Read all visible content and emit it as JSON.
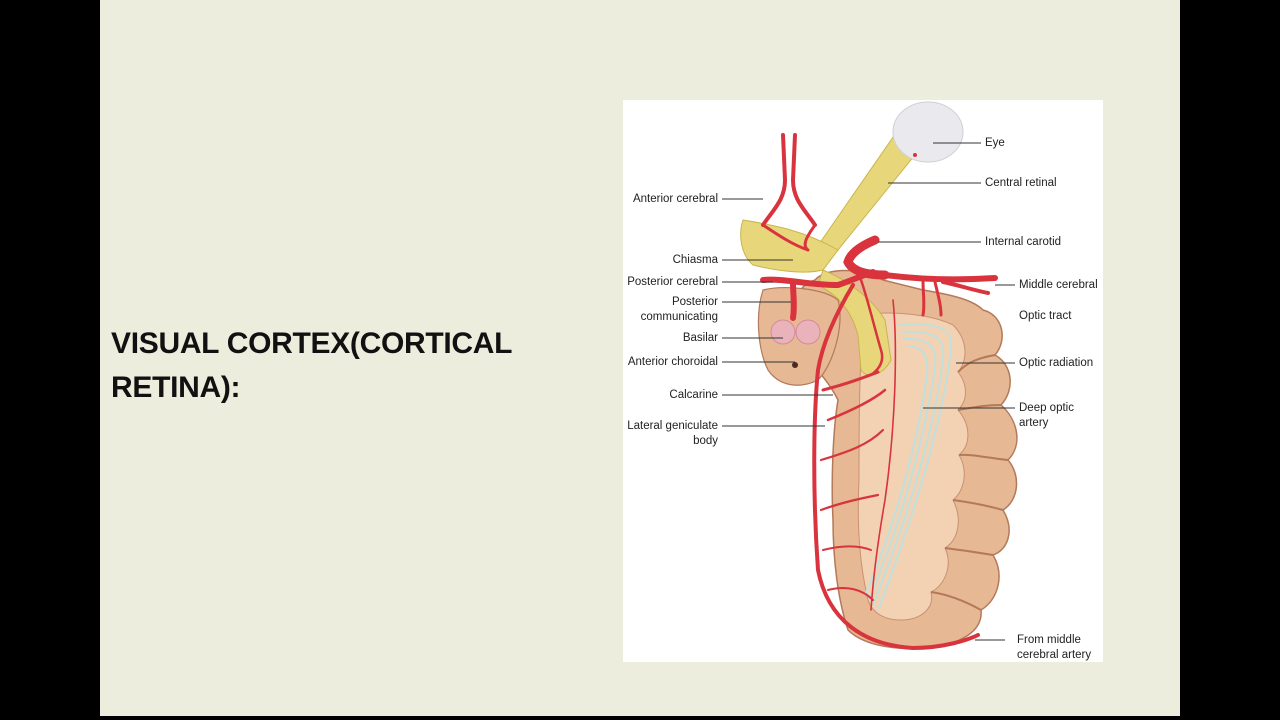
{
  "slide": {
    "title": "VISUAL CORTEX(CORTICAL RETINA):"
  },
  "diagram": {
    "labels_left": [
      {
        "key": "anterior_cerebral",
        "text": "Anterior cerebral"
      },
      {
        "key": "chiasma",
        "text": "Chiasma"
      },
      {
        "key": "posterior_cerebral",
        "text": "Posterior cerebral"
      },
      {
        "key": "posterior_communicating_1",
        "text": "Posterior"
      },
      {
        "key": "posterior_communicating_2",
        "text": "communicating"
      },
      {
        "key": "basilar",
        "text": "Basilar"
      },
      {
        "key": "anterior_choroidal",
        "text": "Anterior choroidal"
      },
      {
        "key": "calcarine",
        "text": "Calcarine"
      },
      {
        "key": "lateral_geniculate_1",
        "text": "Lateral geniculate"
      },
      {
        "key": "lateral_geniculate_2",
        "text": "body"
      }
    ],
    "labels_right": [
      {
        "key": "eye",
        "text": "Eye"
      },
      {
        "key": "central_retinal",
        "text": "Central retinal"
      },
      {
        "key": "internal_carotid",
        "text": "Internal carotid"
      },
      {
        "key": "middle_cerebral",
        "text": "Middle cerebral"
      },
      {
        "key": "optic_tract",
        "text": "Optic tract"
      },
      {
        "key": "optic_radiation",
        "text": "Optic radiation"
      },
      {
        "key": "deep_optic_1",
        "text": "Deep optic"
      },
      {
        "key": "deep_optic_2",
        "text": "artery"
      },
      {
        "key": "from_middle_1",
        "text": "From middle"
      },
      {
        "key": "from_middle_2",
        "text": "cerebral artery"
      }
    ],
    "colors": {
      "artery": "#d9343e",
      "nerve": "#e8d77a",
      "cortex": "#e6b894",
      "cortex_inner": "#f3d2b4",
      "radiation": "#cfe6e4"
    }
  }
}
